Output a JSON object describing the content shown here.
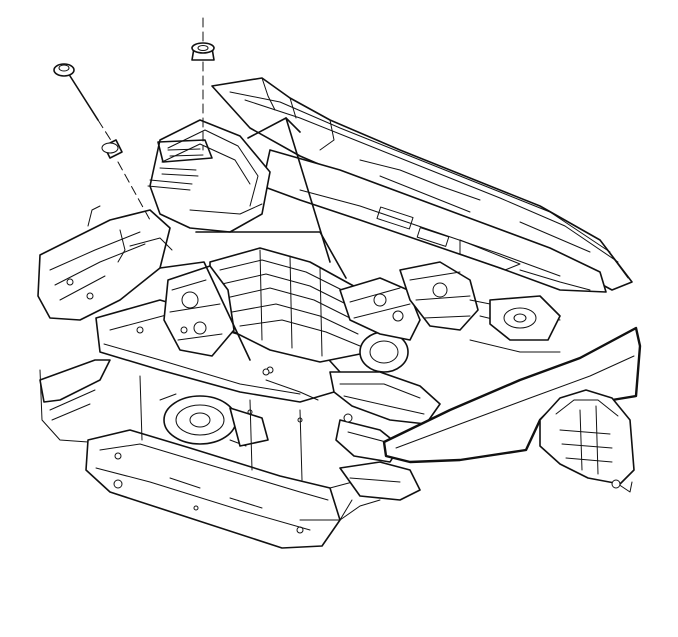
{
  "figure": {
    "type": "technical-line-illustration",
    "subject": "engine-compartment-with-hood-open",
    "ink_color": "#111111",
    "background": "#ffffff",
    "engine_cover_lettering": "[illegible]"
  }
}
